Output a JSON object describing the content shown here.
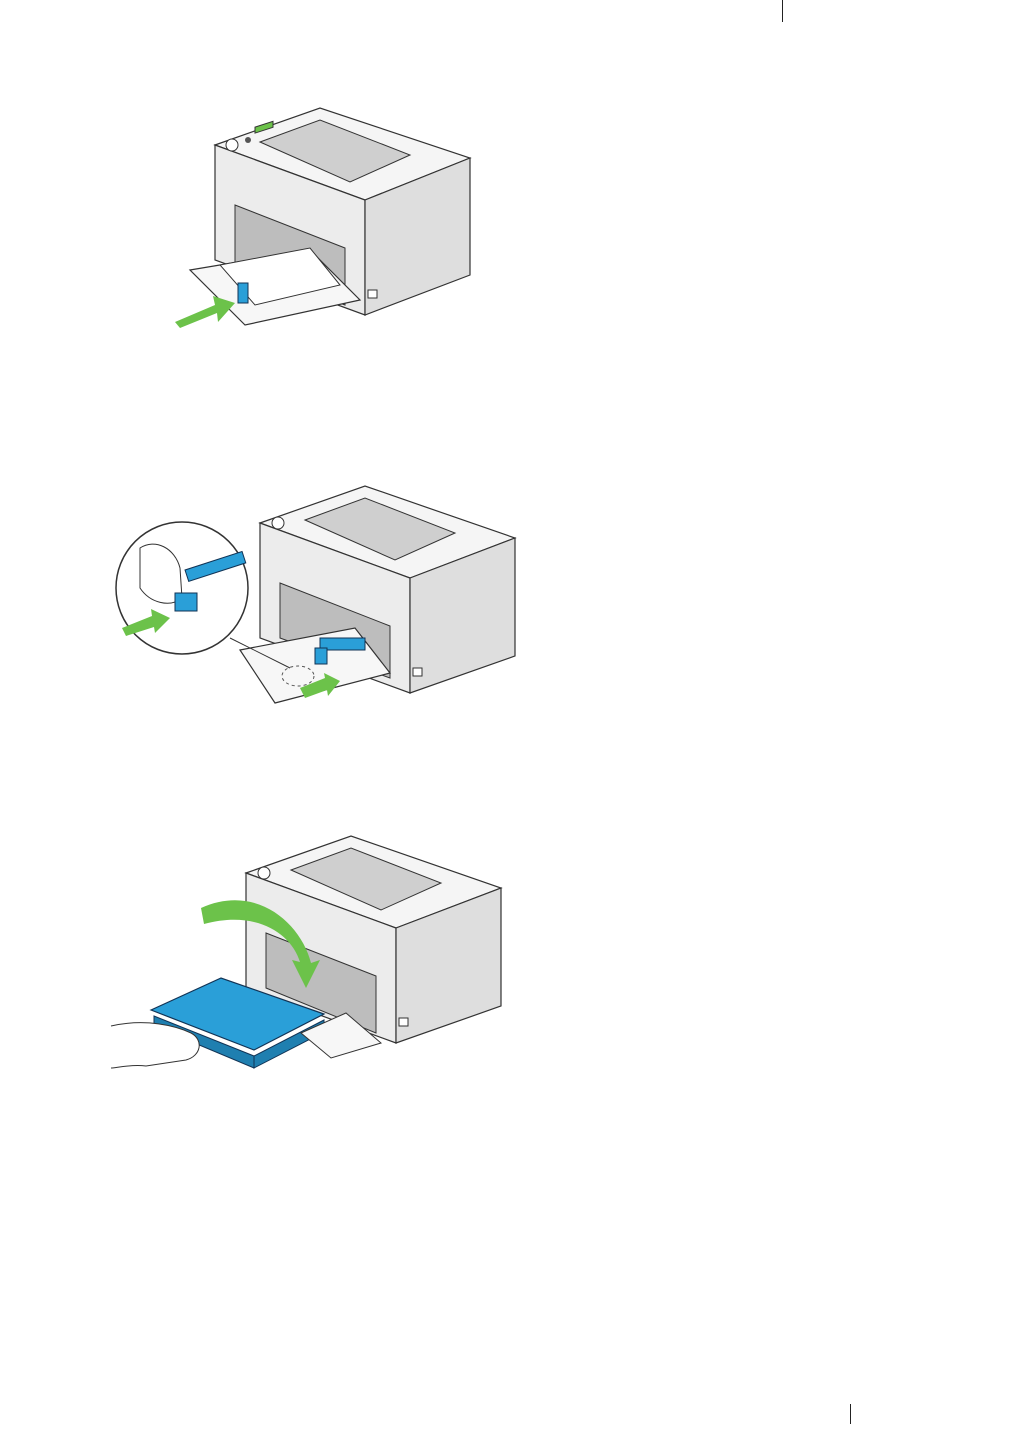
{
  "page": {
    "footer_page_number": "",
    "colors": {
      "printer_body": "#f3f3f3",
      "printer_shade": "#d9d9d9",
      "outline": "#333333",
      "accent_blue": "#2a9fd8",
      "arrow_green": "#6cc24a"
    }
  },
  "figures": [
    {
      "name": "slide-front-guide",
      "icon": "printer-illustration"
    },
    {
      "name": "slide-side-guides",
      "icon": "printer-illustration"
    },
    {
      "name": "close-tray-cover",
      "icon": "printer-illustration"
    }
  ]
}
